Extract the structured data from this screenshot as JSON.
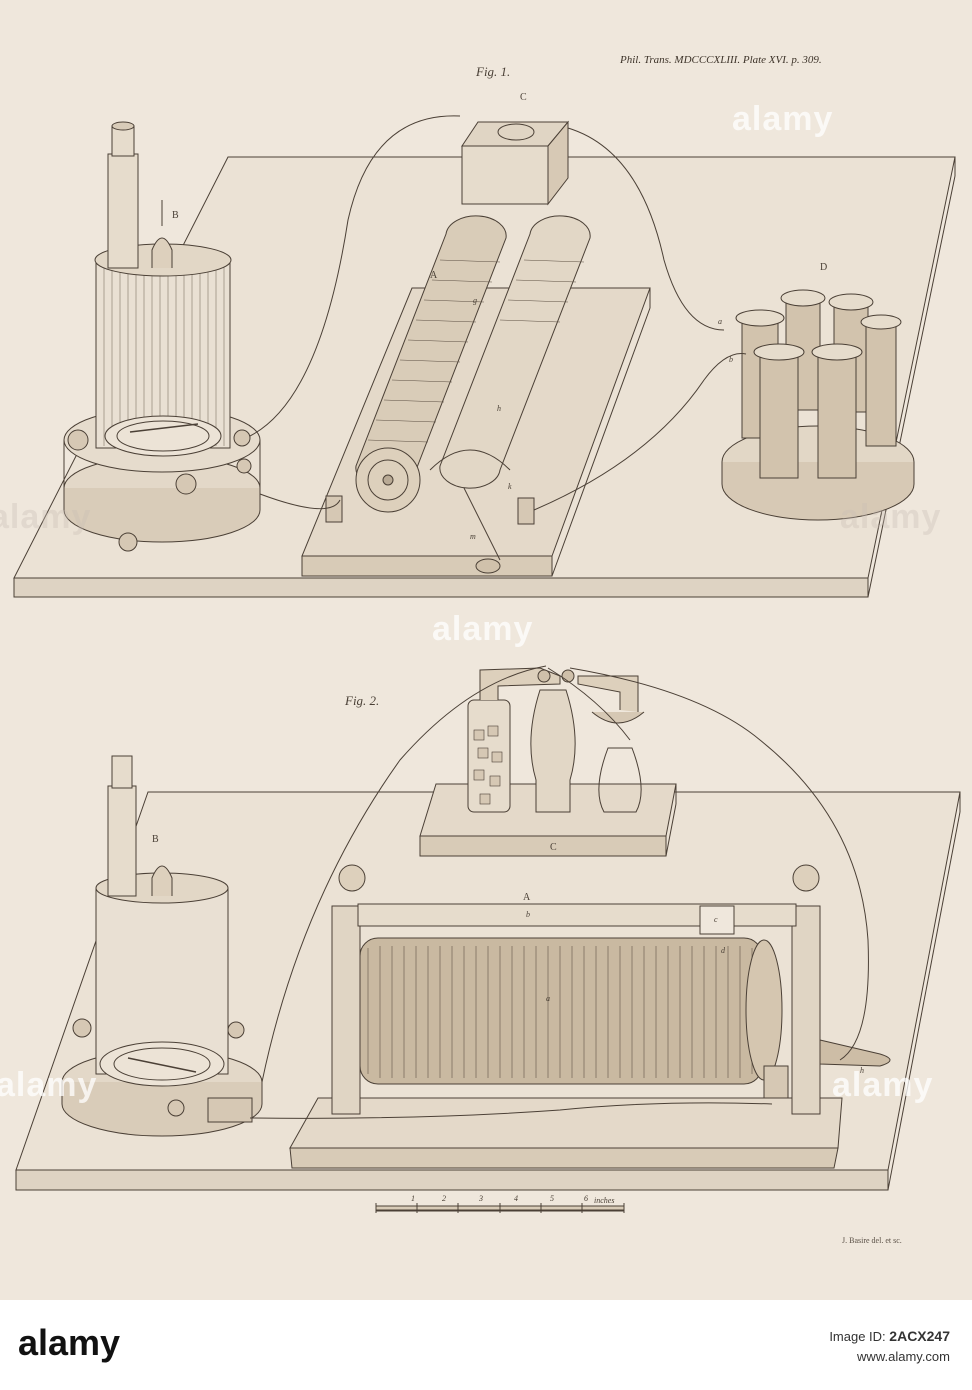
{
  "plate": {
    "header": "Phil. Trans. MDCCCXLIII. Plate XVI. p. 309.",
    "credit": "J. Basire del. et sc."
  },
  "fig1": {
    "title": "Fig. 1.",
    "labels": {
      "A": "A",
      "B": "B",
      "C": "C",
      "D": "D",
      "g": "g",
      "h": "h",
      "k": "k",
      "m": "m",
      "a": "a",
      "b": "b"
    }
  },
  "fig2": {
    "title": "Fig. 2.",
    "labels": {
      "A": "A",
      "B": "B",
      "C": "C",
      "a": "a",
      "b": "b",
      "c": "c",
      "d": "d",
      "h": "h"
    }
  },
  "scale": {
    "ticks": [
      "1",
      "2",
      "3",
      "4",
      "5",
      "6"
    ],
    "unit": "inches"
  },
  "watermark": {
    "text": "alamy"
  },
  "footer": {
    "logo": "alamy",
    "image_id_label": "Image ID:",
    "image_id": "2ACX247",
    "site": "www.alamy.com"
  }
}
